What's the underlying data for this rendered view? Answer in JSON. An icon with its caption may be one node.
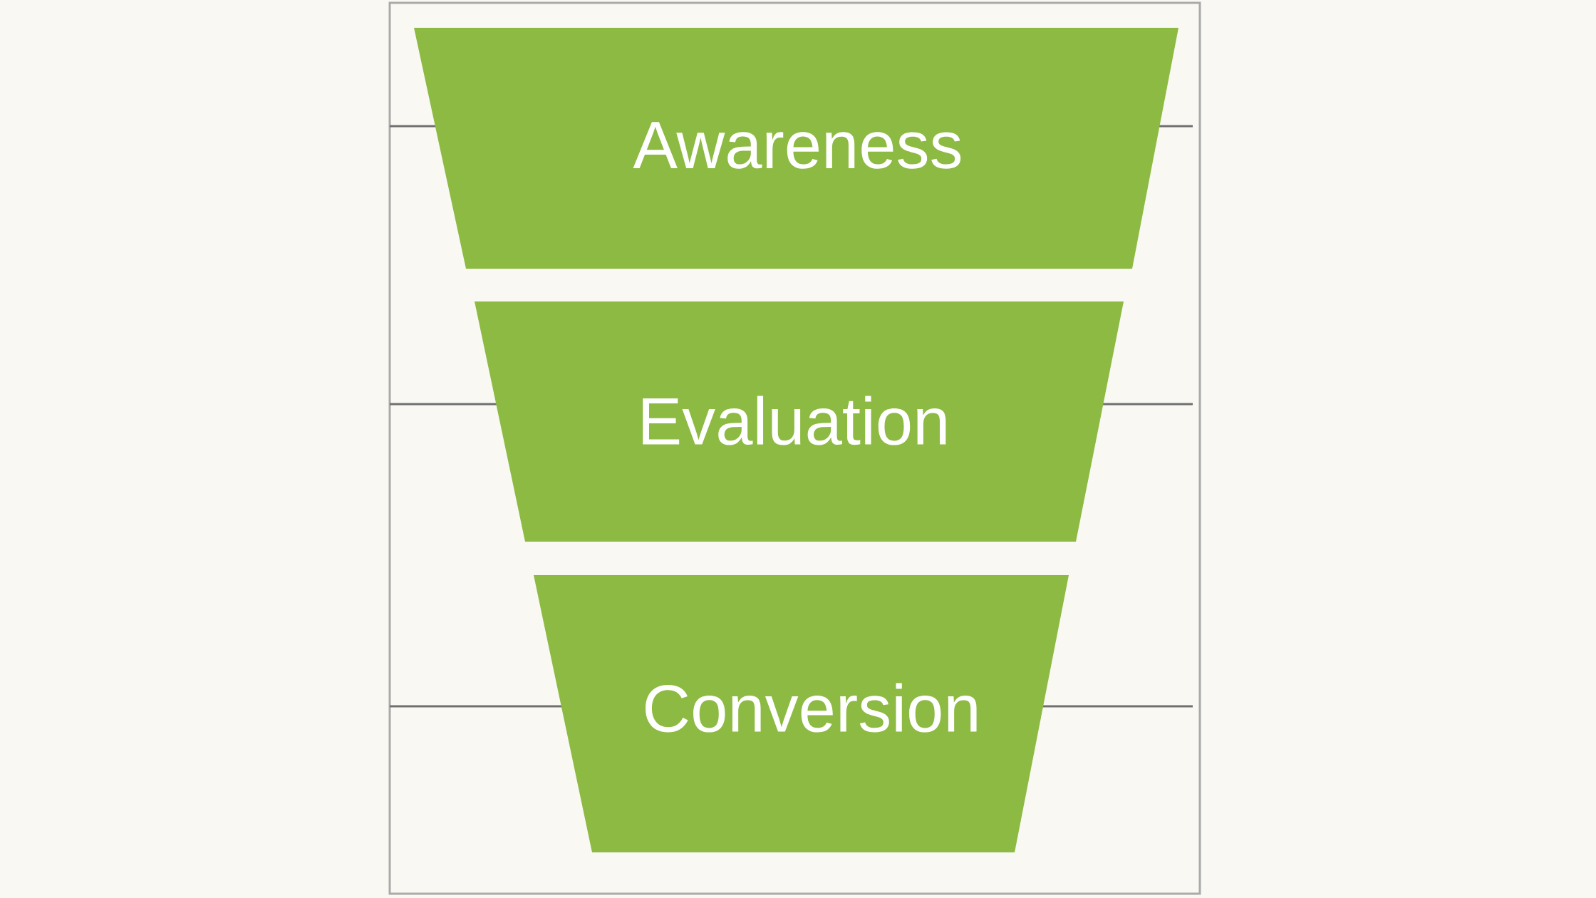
{
  "diagram": {
    "nodes": [
      {
        "text": [
          "Awareness"
        ]
      },
      {
        "text": [
          "Evaluation"
        ]
      },
      {
        "text": [
          "Conversion"
        ]
      }
    ]
  }
}
